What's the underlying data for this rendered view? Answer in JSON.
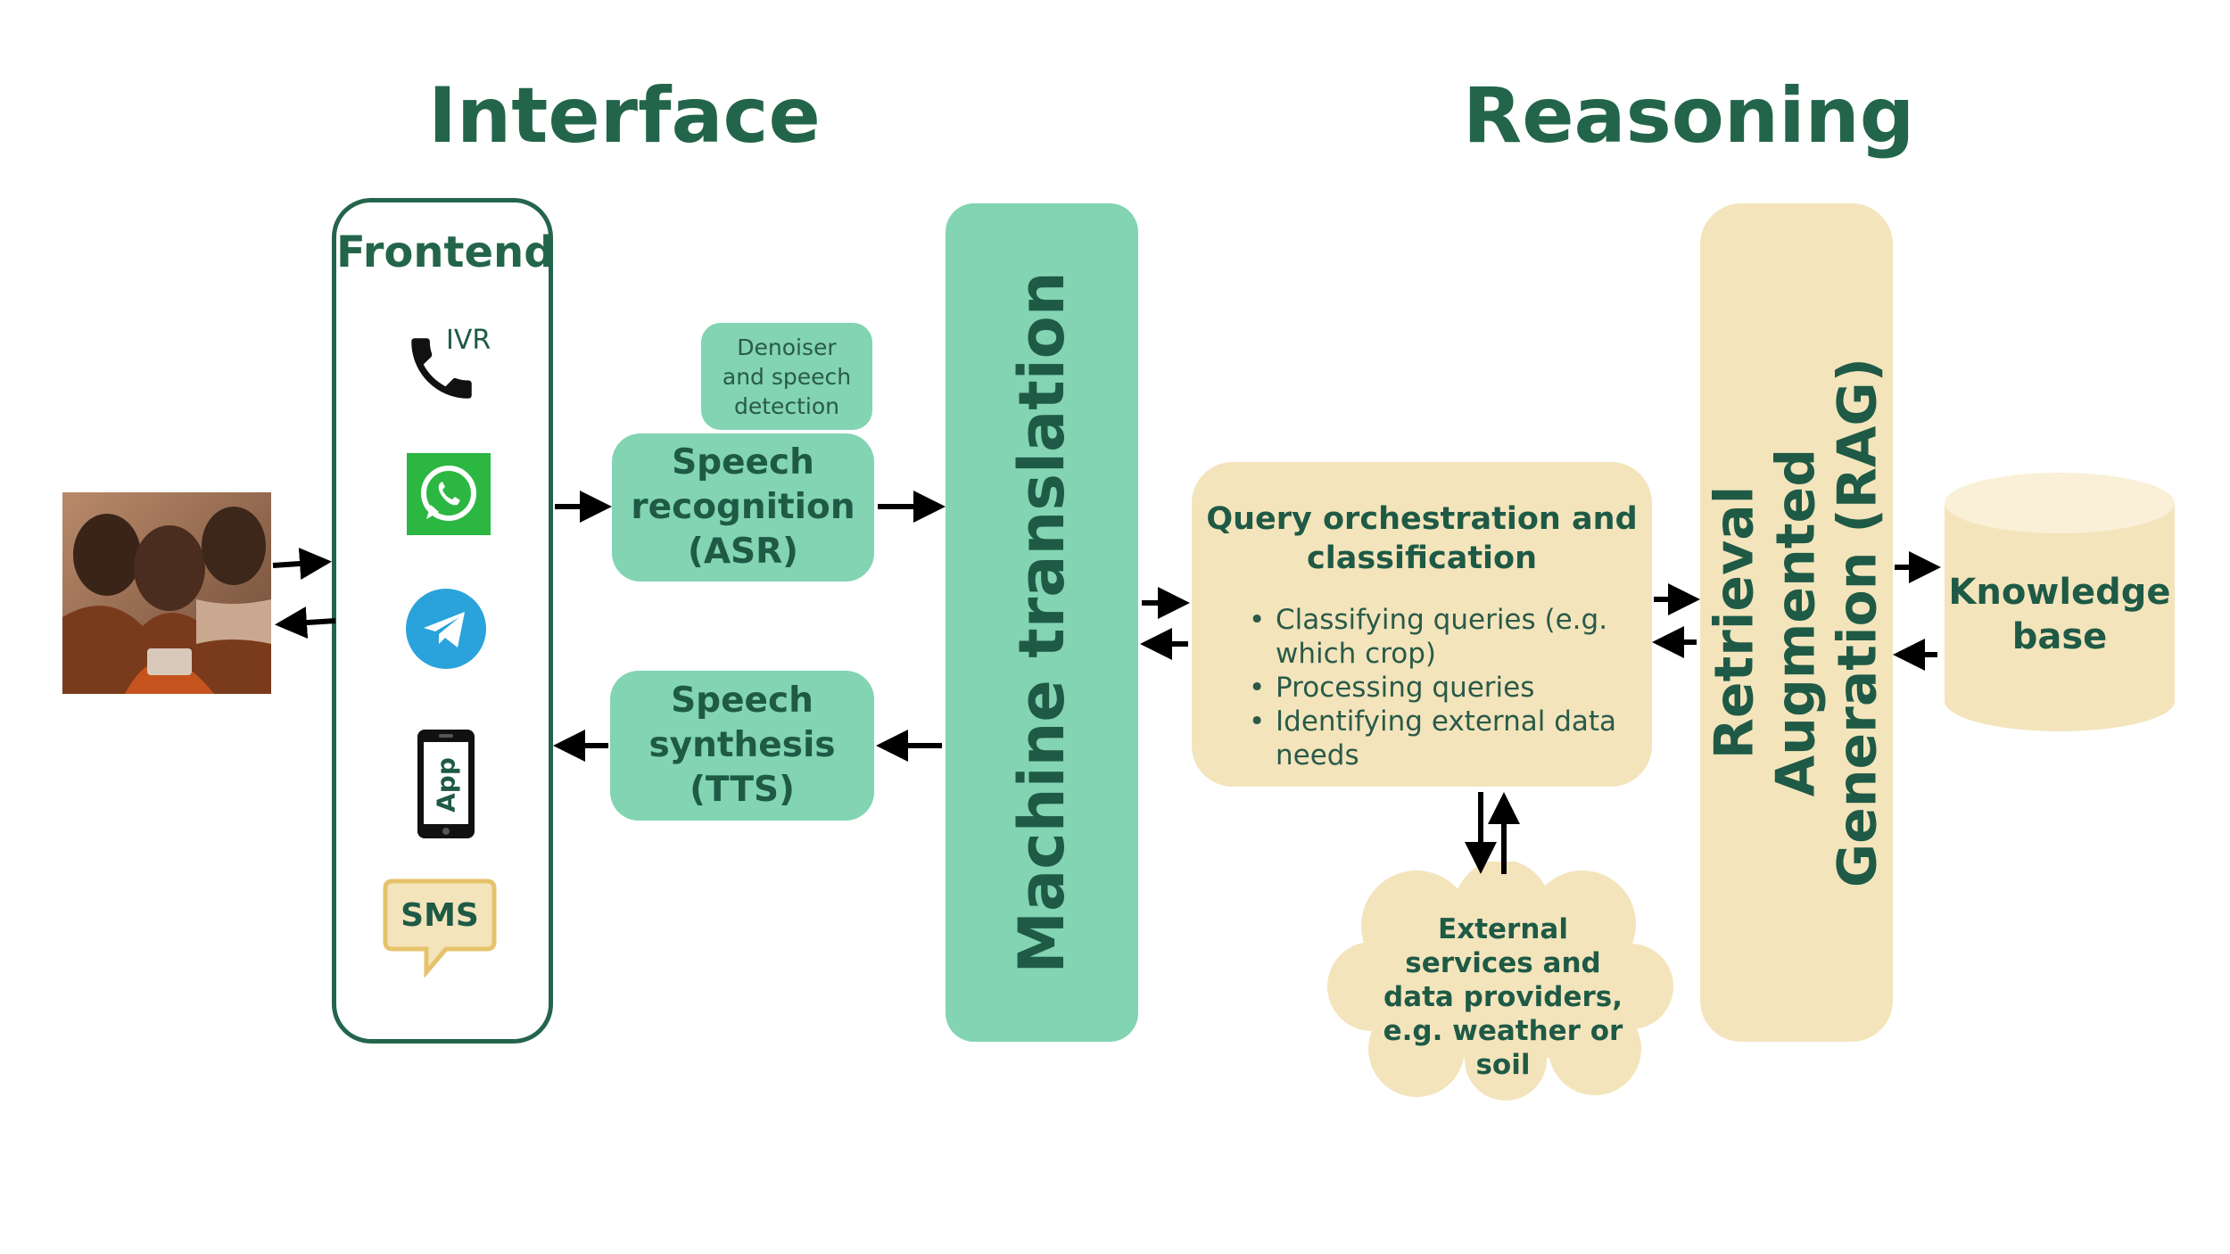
{
  "sections": {
    "interface": "Interface",
    "reasoning": "Reasoning"
  },
  "frontend": {
    "title": "Frontend",
    "channels": [
      {
        "name": "phone-icon",
        "label": "IVR"
      },
      {
        "name": "whatsapp-icon",
        "label": ""
      },
      {
        "name": "telegram-icon",
        "label": ""
      },
      {
        "name": "smartphone-icon",
        "label": "App"
      },
      {
        "name": "sms-bubble-icon",
        "label": "SMS"
      }
    ]
  },
  "pipeline": {
    "denoiser": "Denoiser\nand speech\ndetection",
    "asr": "Speech\nrecognition\n(ASR)",
    "tts": "Speech\nsynthesis\n(TTS)",
    "mt": "Machine translation",
    "query_title": "Query orchestration and\nclassification",
    "query_items": [
      "Classifying queries (e.g. which crop)",
      "Processing queries",
      "Identifying external data needs"
    ],
    "external": "External\nservices and\ndata providers,\ne.g. weather or\nsoil",
    "rag": "Retrieval Augmented\nGeneration (RAG)",
    "kb": "Knowledge\nbase"
  },
  "colors": {
    "green": "#82d4b2",
    "beige": "#f3e4bc",
    "dark_green": "#23654b",
    "blue": "#2aa3dc",
    "whatsapp": "#2bb741"
  }
}
